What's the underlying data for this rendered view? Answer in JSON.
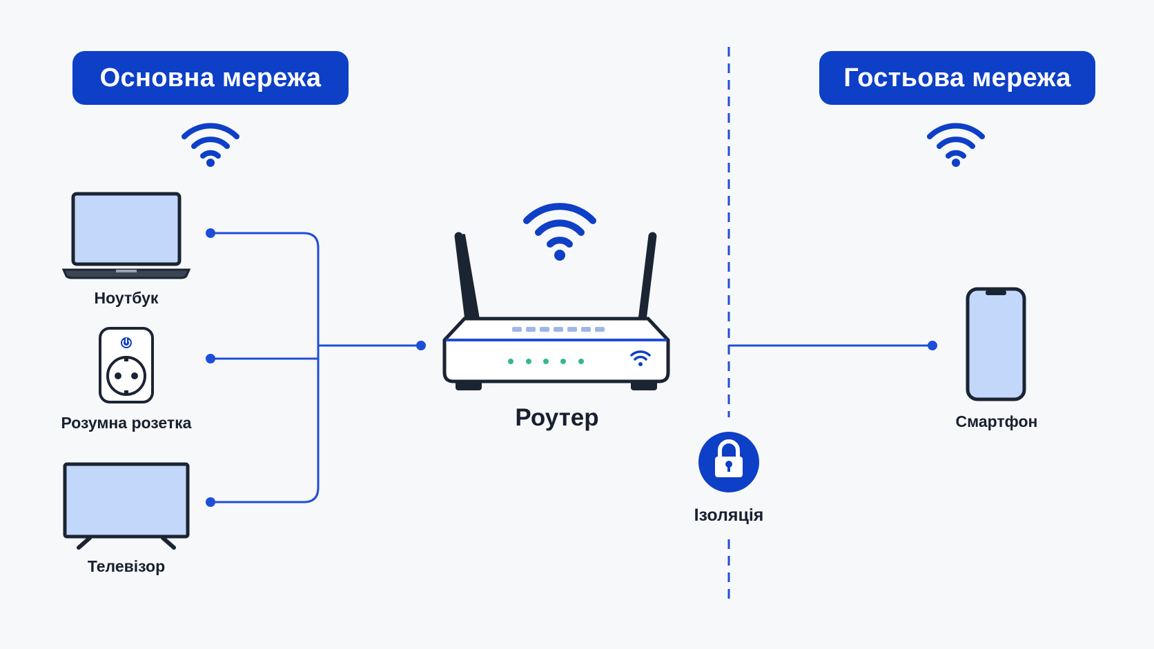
{
  "networks": {
    "main": {
      "title": "Основна мережа"
    },
    "guest": {
      "title": "Гостьова мережа"
    }
  },
  "devices": {
    "laptop": "Ноутбук",
    "socket": "Розумна розетка",
    "tv": "Телевізор",
    "phone": "Смартфон"
  },
  "router": {
    "label": "Роутер"
  },
  "isolation": {
    "label": "Ізоляція"
  },
  "colors": {
    "accent": "#0d3fc7",
    "line": "#1d4ed8",
    "screen_fill": "#c3d7fb",
    "dark": "#1b2433",
    "led": "#34b88a"
  }
}
